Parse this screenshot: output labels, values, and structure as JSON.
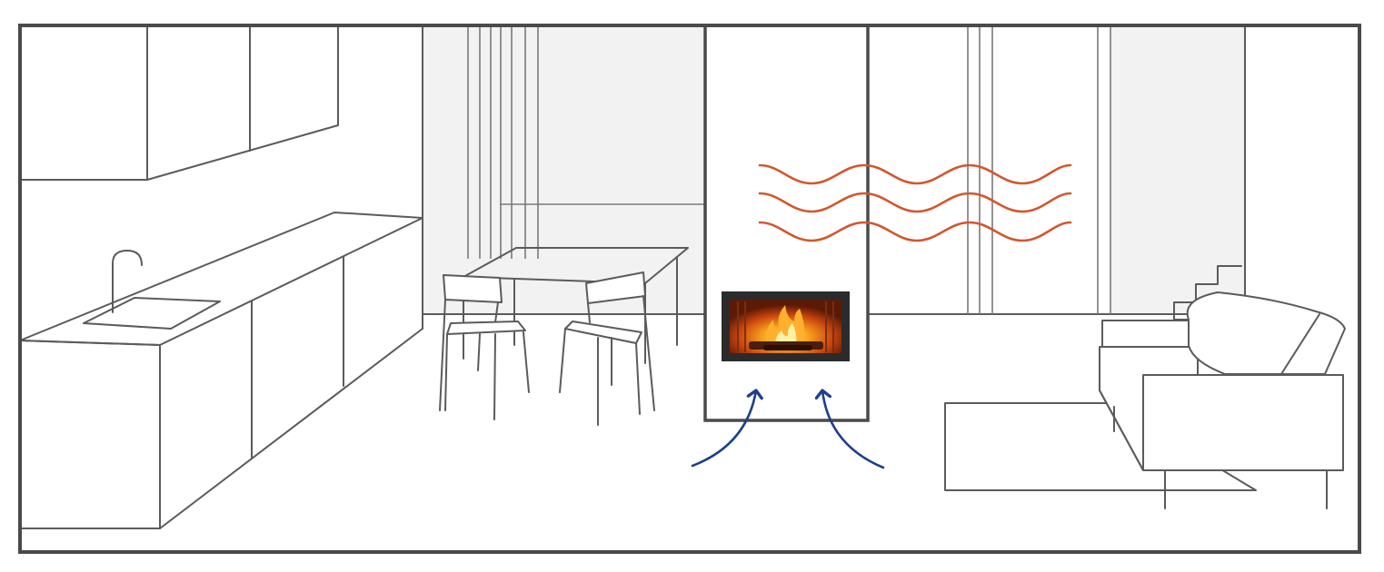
{
  "scene": {
    "colors": {
      "line": "#5b5b5b",
      "frame": "#4a4a4a",
      "shade": "#f2f2f2",
      "heat_waves": "#d2572e",
      "air_arrows": "#1d3f8c",
      "firebox": "#2a2a2a",
      "flame": "#f28a1a"
    },
    "elements": [
      "kitchen-cabinets",
      "kitchen-sink",
      "dining-table",
      "dining-chairs",
      "fireplace-column",
      "fireplace-fire",
      "heat-waves",
      "air-intake-arrows",
      "sofa",
      "rug",
      "staircase"
    ]
  }
}
